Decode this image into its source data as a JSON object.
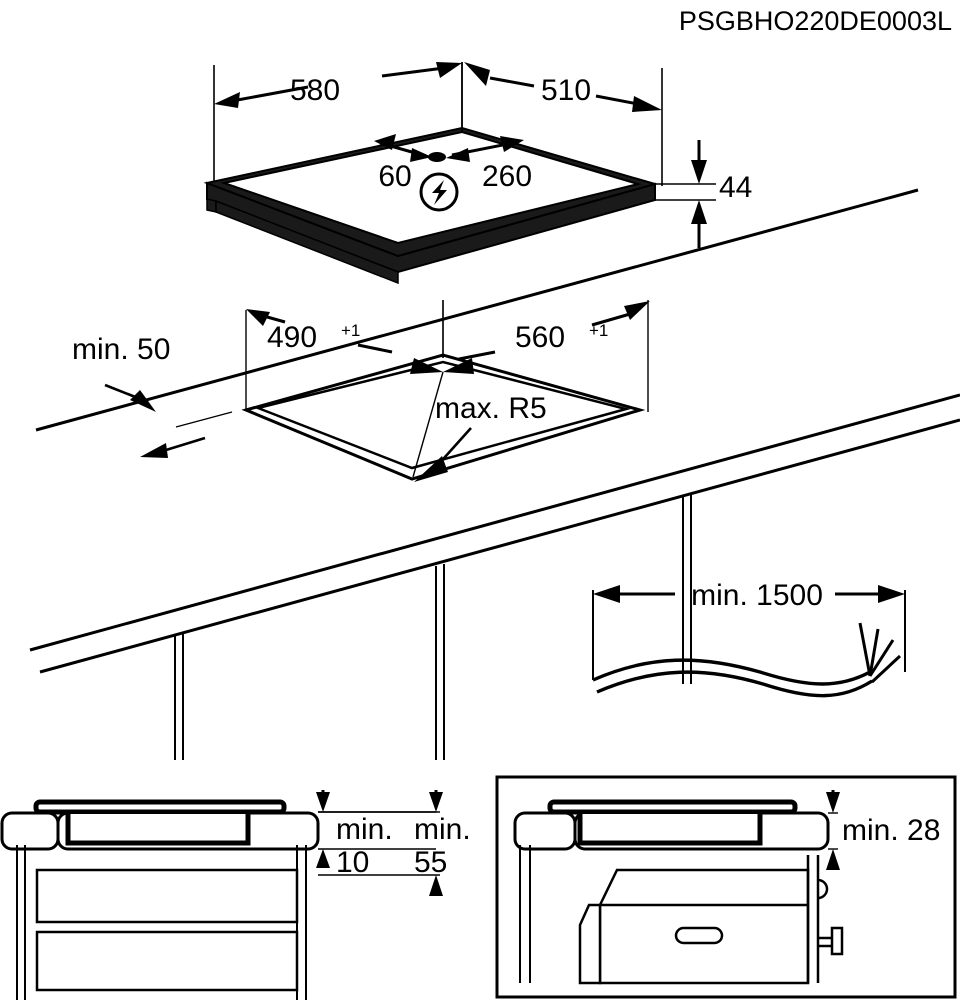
{
  "drawing": {
    "title": "PSGBHO220DE0003L",
    "type": "installation-drawing",
    "subject": "built-in hob installation dimensions",
    "units": "mm"
  },
  "appliance_view": {
    "name": "hob-isometric-view",
    "dimensions": {
      "width_label": "580",
      "depth_label": "510",
      "height_label": "44",
      "connection_offset_left_label": "60",
      "connection_offset_right_label": "260"
    },
    "symbols": {
      "electrical_connection": "lightning-bolt-icon"
    }
  },
  "cutout_view": {
    "name": "worktop-cutout-view",
    "dimensions": {
      "rear_clearance_label": "min. 50",
      "cutout_depth_label": "490",
      "cutout_depth_tolerance": "+1",
      "cutout_width_label": "560",
      "cutout_width_tolerance": "+1",
      "corner_radius_label": "max. R5"
    }
  },
  "cable_view": {
    "name": "mains-cable-view",
    "dimensions": {
      "cable_length_label": "min. 1500"
    }
  },
  "detail_left": {
    "name": "detail-drawer-unit",
    "dimensions": {
      "gap_label_prefix": "min.",
      "gap_value": "10",
      "depth_label_prefix": "min.",
      "depth_value": "55"
    }
  },
  "detail_right": {
    "name": "detail-oven-unit",
    "dimensions": {
      "clearance_label": "min. 28"
    }
  },
  "colors": {
    "line": "#000000",
    "fill": "#1a1a1a",
    "background": "#ffffff"
  }
}
